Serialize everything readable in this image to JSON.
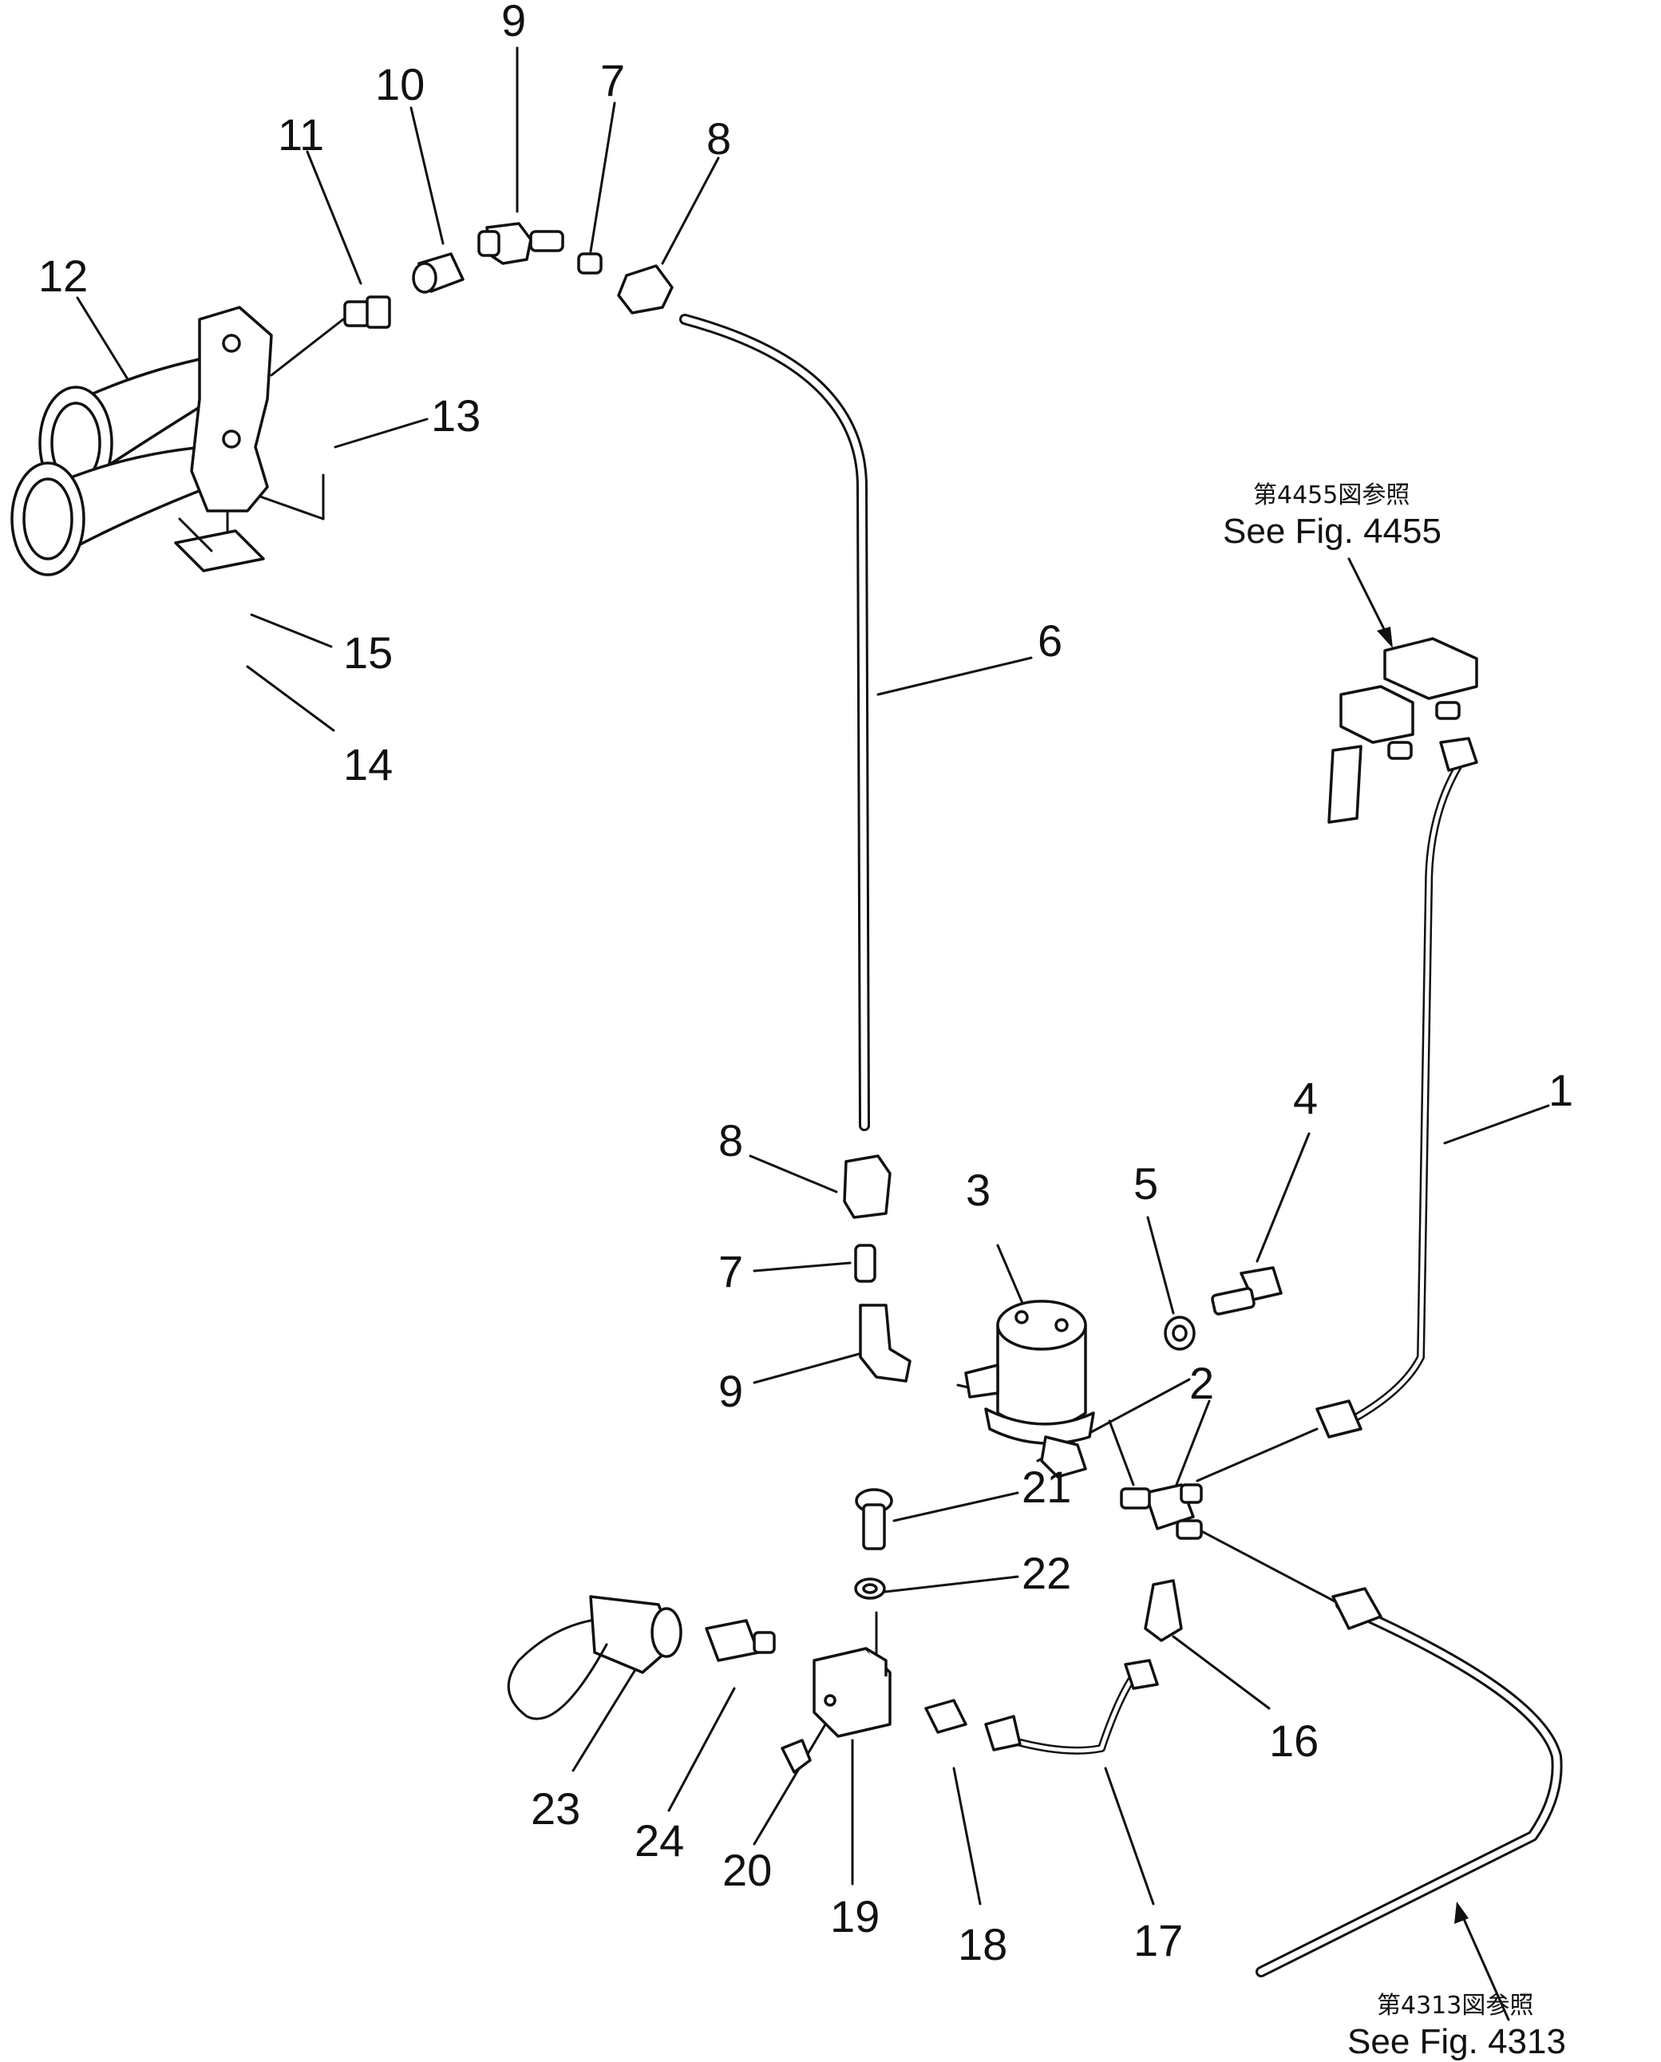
{
  "callouts": [
    {
      "id": "c1",
      "text": "1"
    },
    {
      "id": "c2",
      "text": "2"
    },
    {
      "id": "c3",
      "text": "3"
    },
    {
      "id": "c4",
      "text": "4"
    },
    {
      "id": "c5",
      "text": "5"
    },
    {
      "id": "c6",
      "text": "6"
    },
    {
      "id": "c7a",
      "text": "7"
    },
    {
      "id": "c7b",
      "text": "7"
    },
    {
      "id": "c8a",
      "text": "8"
    },
    {
      "id": "c8b",
      "text": "8"
    },
    {
      "id": "c9a",
      "text": "9"
    },
    {
      "id": "c9b",
      "text": "9"
    },
    {
      "id": "c10",
      "text": "10"
    },
    {
      "id": "c11",
      "text": "11"
    },
    {
      "id": "c12",
      "text": "12"
    },
    {
      "id": "c13",
      "text": "13"
    },
    {
      "id": "c14",
      "text": "14"
    },
    {
      "id": "c15",
      "text": "15"
    },
    {
      "id": "c16",
      "text": "16"
    },
    {
      "id": "c17",
      "text": "17"
    },
    {
      "id": "c18",
      "text": "18"
    },
    {
      "id": "c19",
      "text": "19"
    },
    {
      "id": "c20",
      "text": "20"
    },
    {
      "id": "c21",
      "text": "21"
    },
    {
      "id": "c22",
      "text": "22"
    },
    {
      "id": "c23",
      "text": "23"
    },
    {
      "id": "c24",
      "text": "24"
    }
  ],
  "references": {
    "fig_4455": {
      "jp": "第4455図参照",
      "en": "See Fig. 4455"
    },
    "fig_4313": {
      "jp": "第4313図参照",
      "en": "See Fig. 4313"
    }
  }
}
